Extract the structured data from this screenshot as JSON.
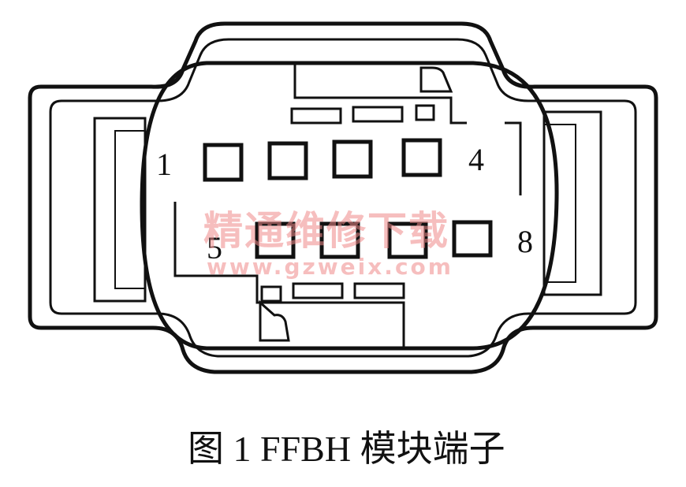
{
  "figure": {
    "caption": "图 1  FFBH 模块端子"
  },
  "connector": {
    "pin_labels": {
      "top_left": "1",
      "top_right": "4",
      "bottom_left": "5",
      "bottom_right": "8"
    },
    "top_row_pins": 4,
    "bottom_row_pins": 4
  },
  "watermark": {
    "line1": "精通维修下载",
    "line2": "www.gzweix.com",
    "color": "#f08a8a"
  }
}
